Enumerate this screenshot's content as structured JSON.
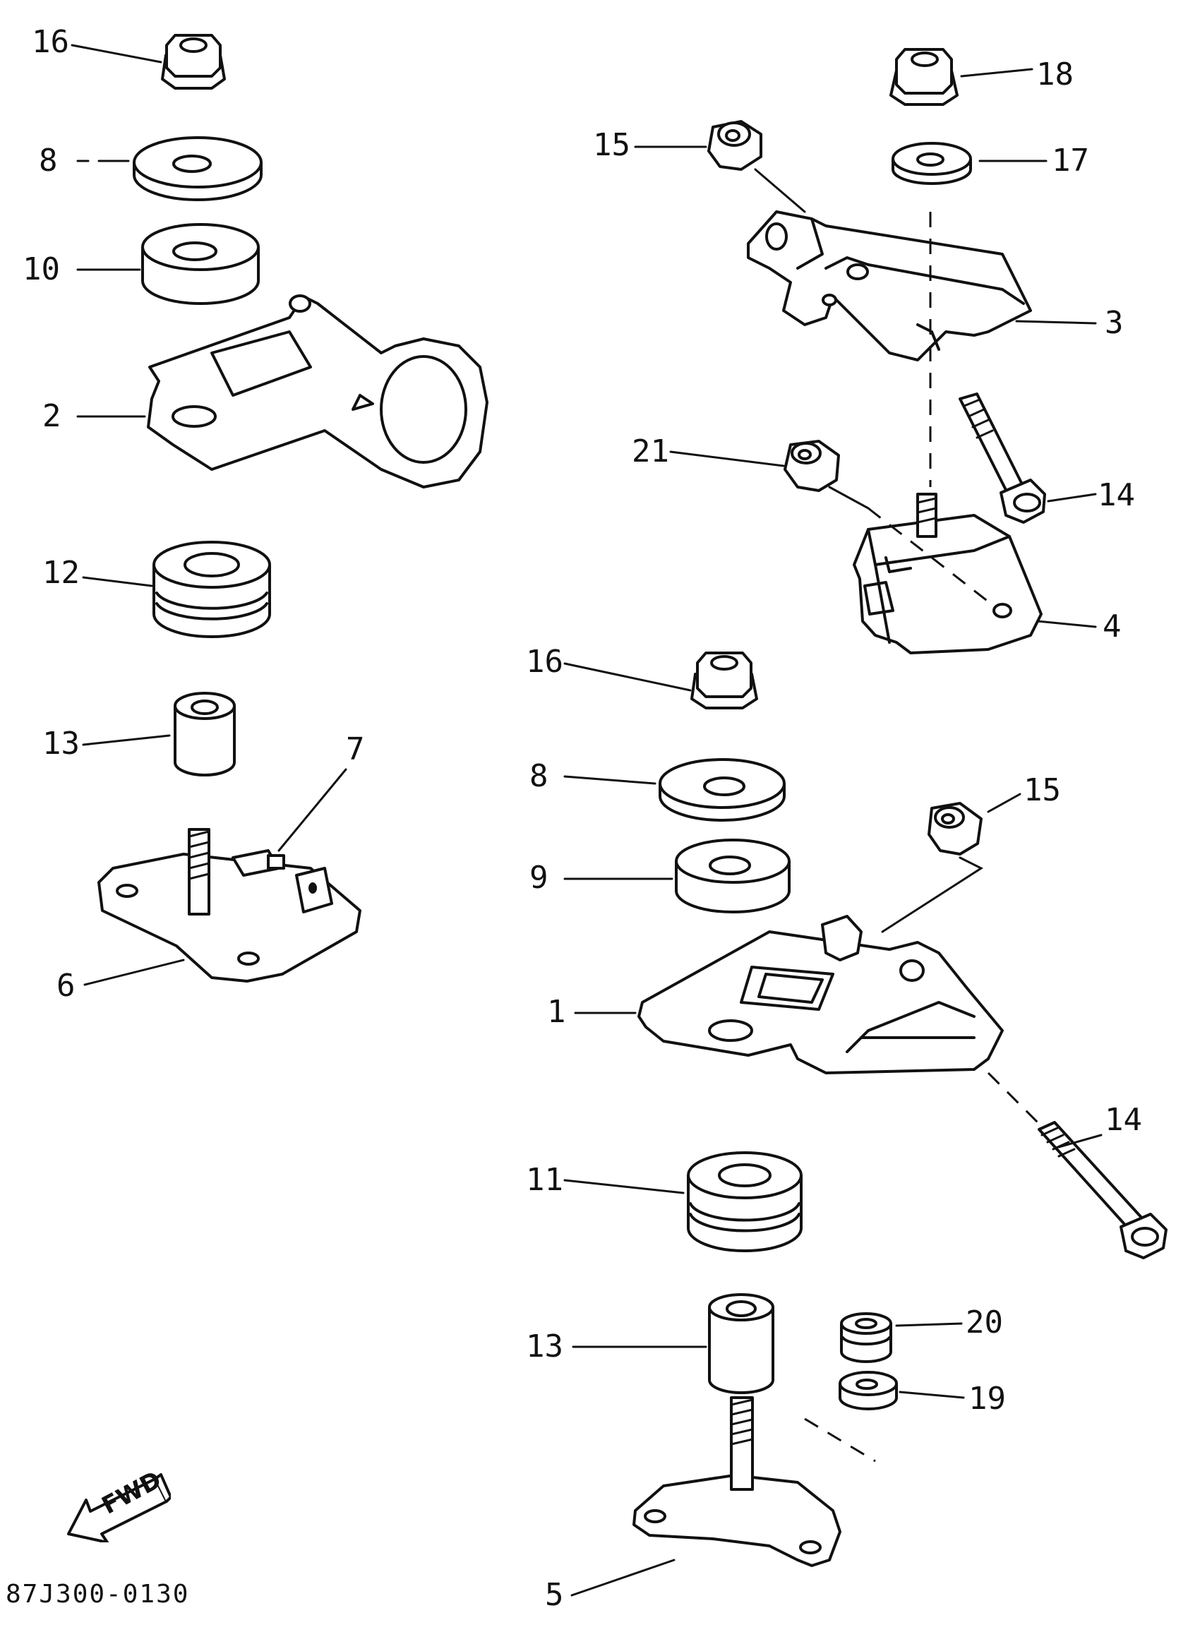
{
  "labels": {
    "p1": "1",
    "p2": "2",
    "p3": "3",
    "p4": "4",
    "p5": "5",
    "p6": "6",
    "p7": "7",
    "p8a": "8",
    "p8b": "8",
    "p9": "9",
    "p10": "10",
    "p11": "11",
    "p12": "12",
    "p13a": "13",
    "p13b": "13",
    "p14a": "14",
    "p14b": "14",
    "p15a": "15",
    "p15b": "15",
    "p16a": "16",
    "p16b": "16",
    "p17": "17",
    "p18": "18",
    "p19": "19",
    "p20": "20",
    "p21": "21"
  },
  "fwd_label": "FWD",
  "drawing_code": "87J300-0130"
}
